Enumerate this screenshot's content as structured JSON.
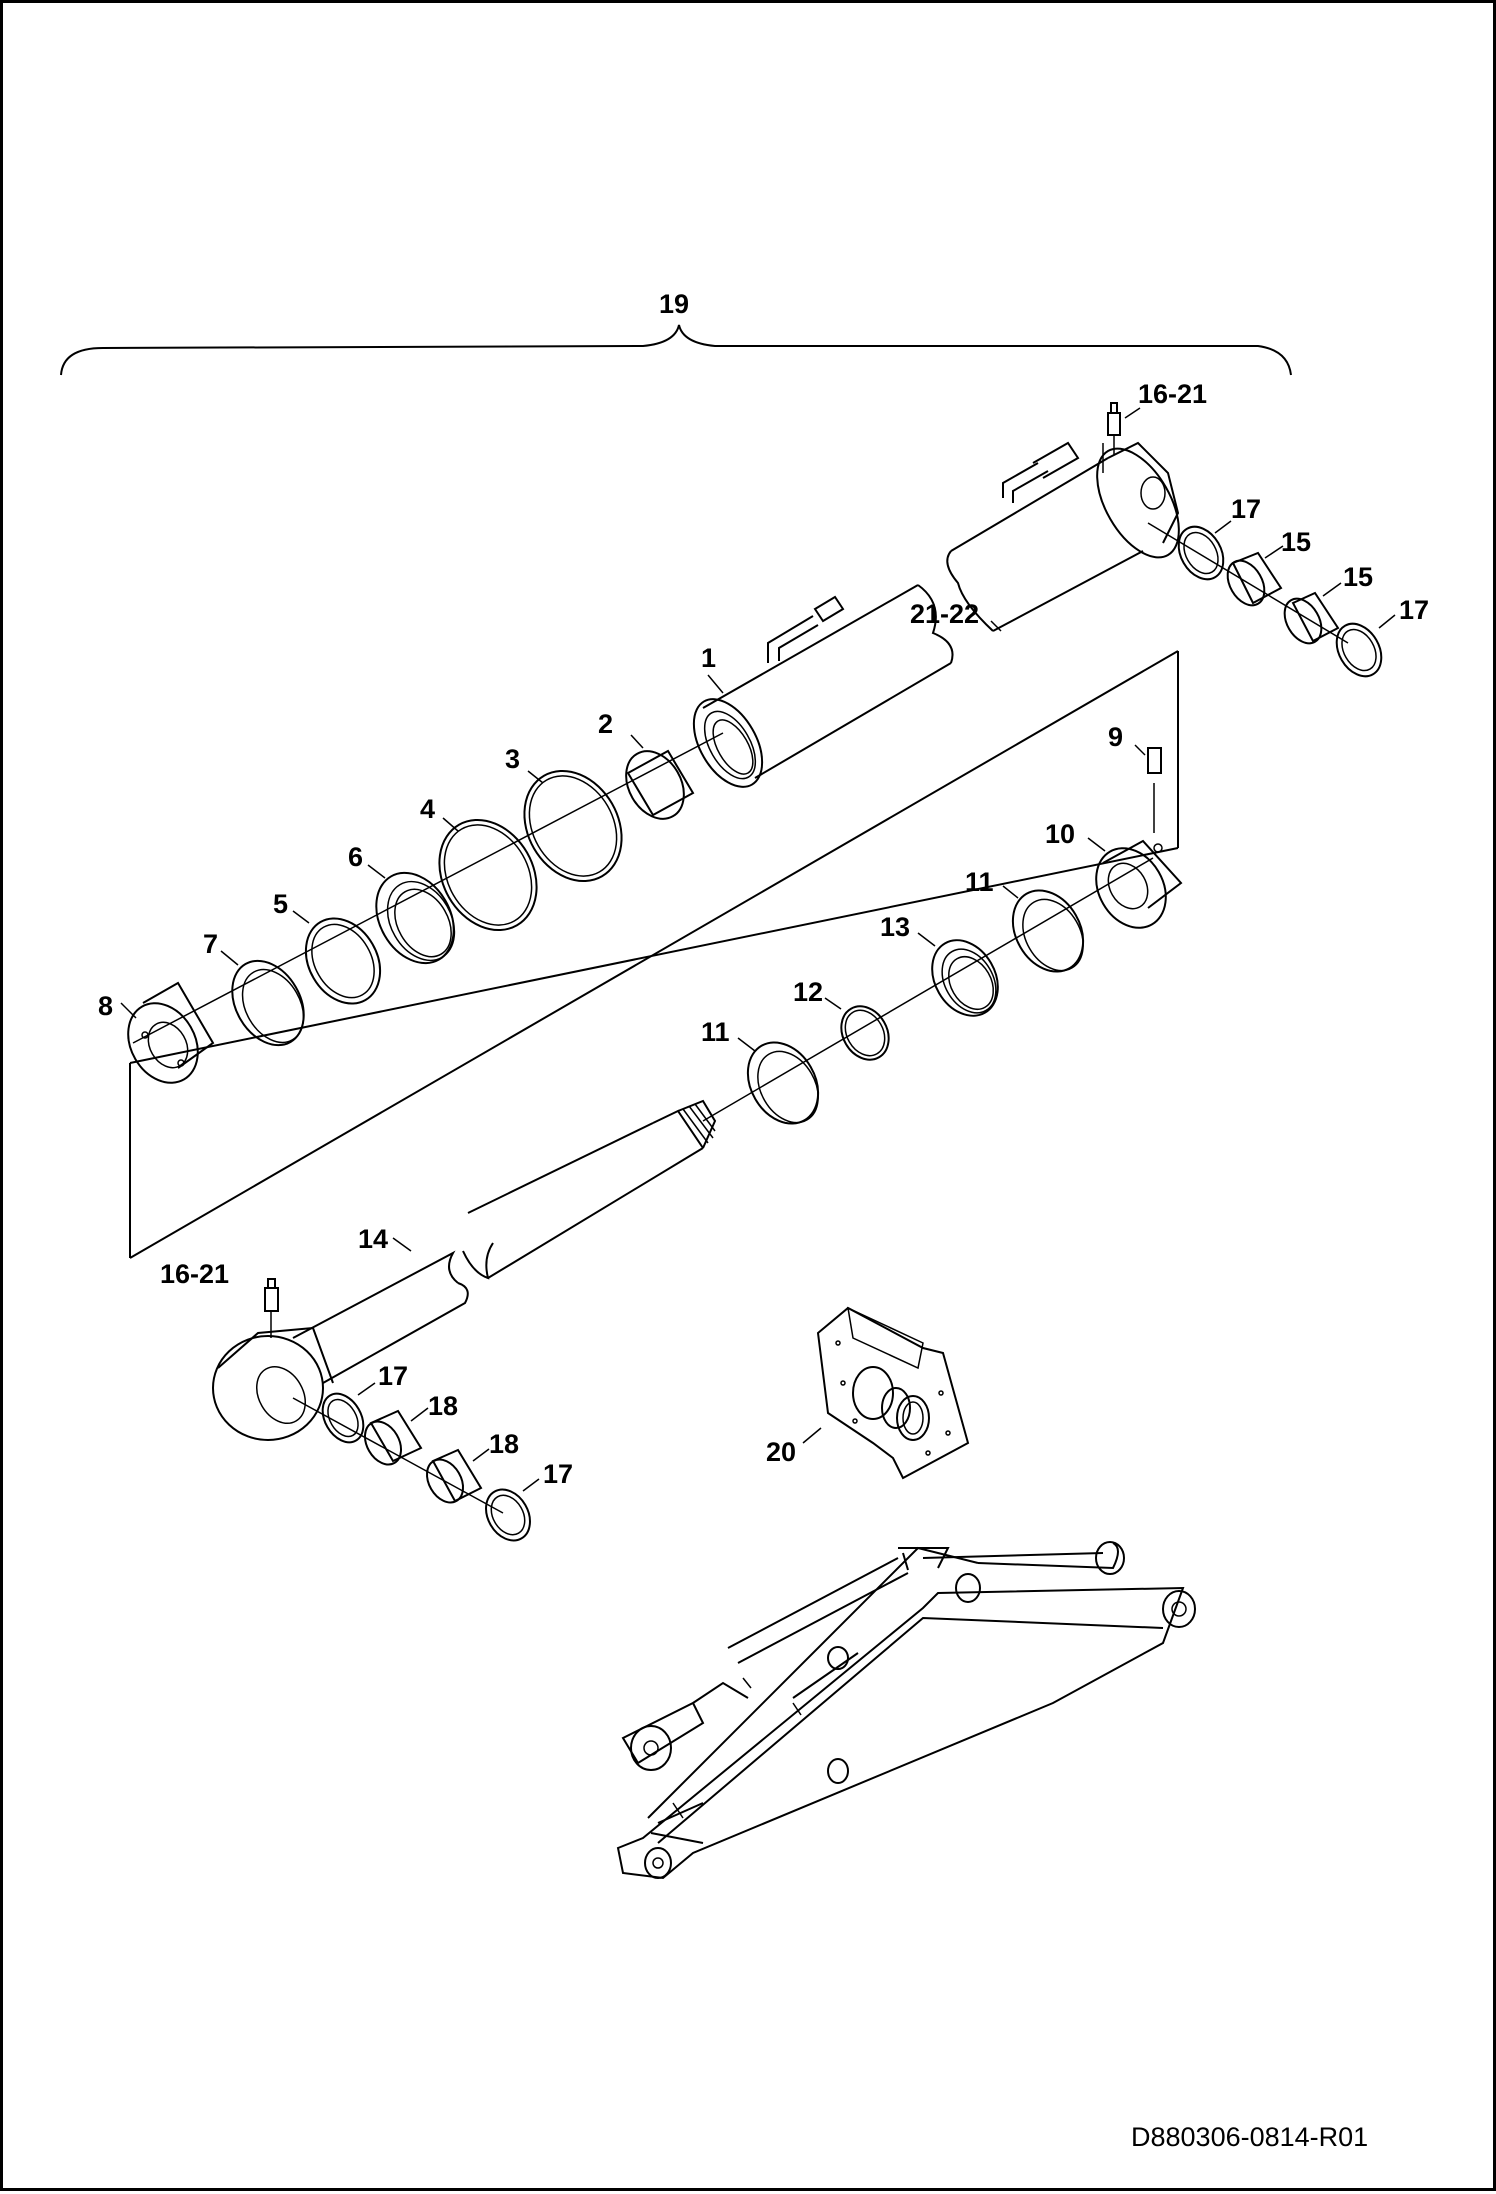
{
  "drawing": {
    "reference_code": "D880306-0814-R01"
  },
  "callouts": {
    "c1": "1",
    "c2": "2",
    "c3": "3",
    "c4": "4",
    "c5": "5",
    "c6": "6",
    "c7": "7",
    "c8": "8",
    "c9": "9",
    "c10": "10",
    "c11a": "11",
    "c11b": "11",
    "c12": "12",
    "c13": "13",
    "c14": "14",
    "c15a": "15",
    "c15b": "15",
    "c16_21a": "16-21",
    "c16_21b": "16-21",
    "c17a": "17",
    "c17b": "17",
    "c17c": "17",
    "c17d": "17",
    "c18a": "18",
    "c18b": "18",
    "c19": "19",
    "c20": "20",
    "c21_22": "21-22"
  }
}
